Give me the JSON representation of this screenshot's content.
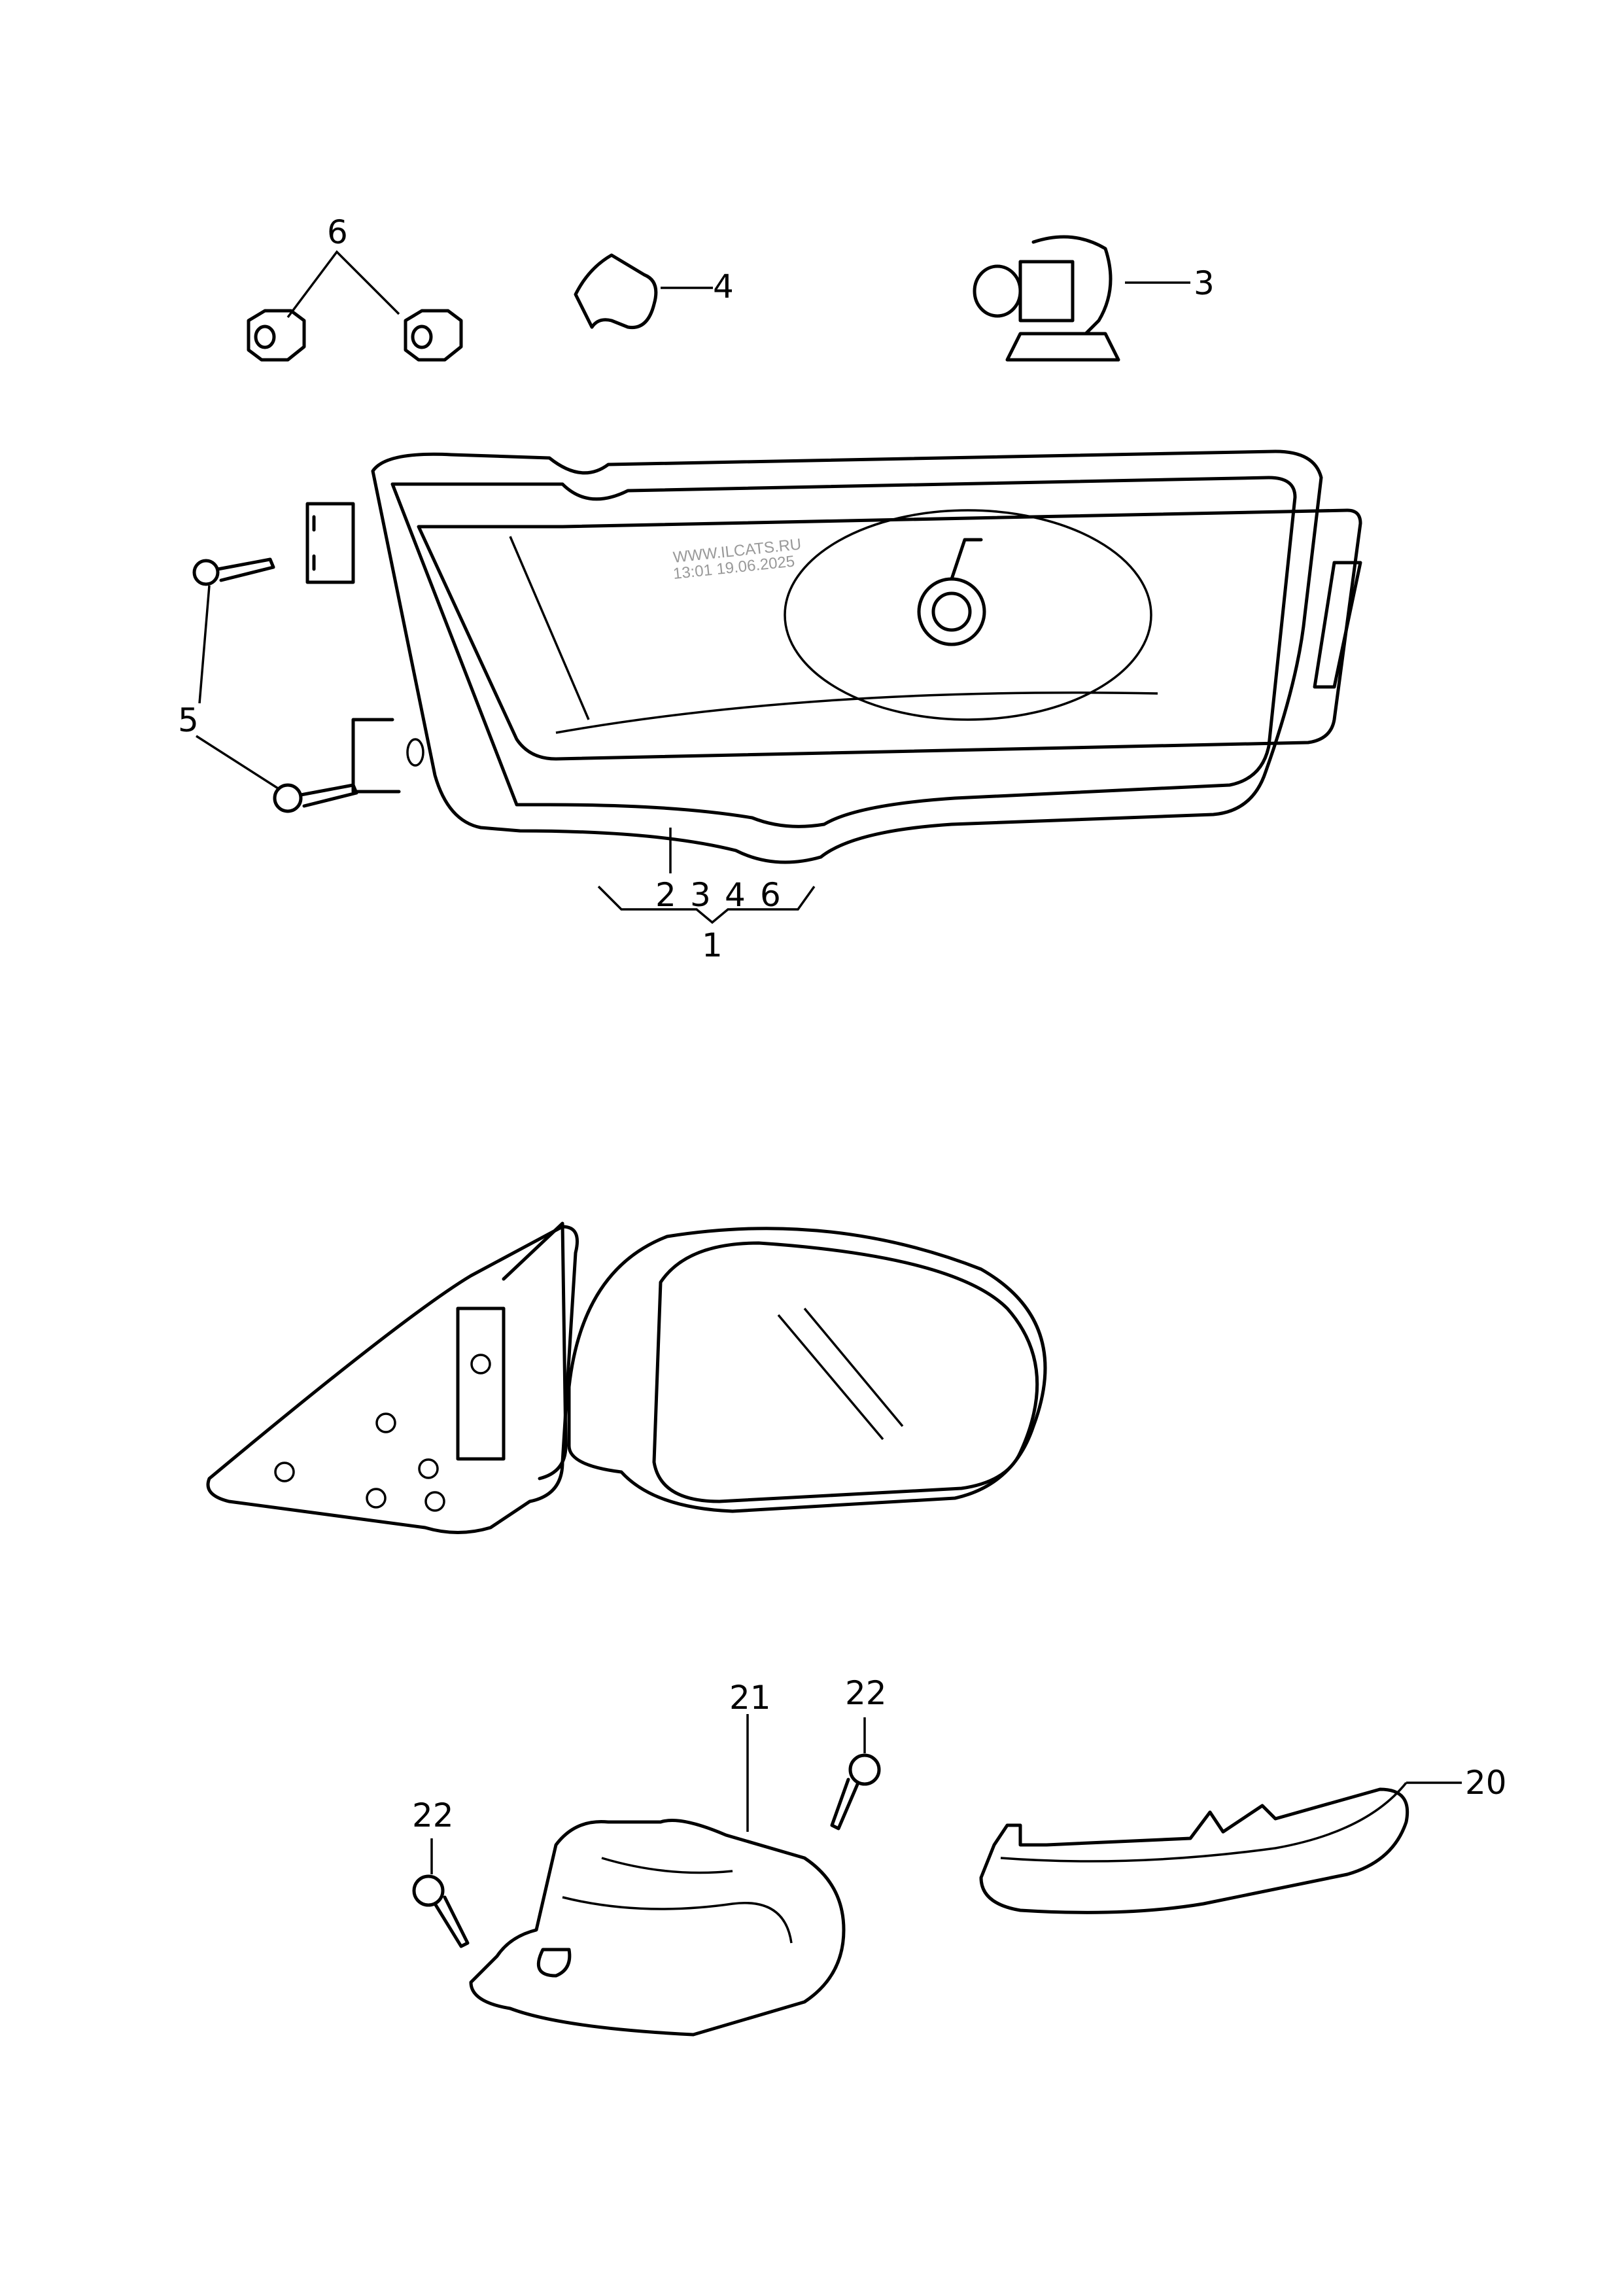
{
  "labels": {
    "part_6": "6",
    "part_4": "4",
    "part_3": "3",
    "part_5": "5",
    "group_2": "2",
    "group_3": "3",
    "group_4": "4",
    "group_6": "6",
    "part_1": "1",
    "part_21": "21",
    "part_22_a": "22",
    "part_22_b": "22",
    "part_20": "20"
  },
  "watermark": {
    "line1": "WWW.ILCATS.RU",
    "line2": "13:01 19.06.2025"
  }
}
